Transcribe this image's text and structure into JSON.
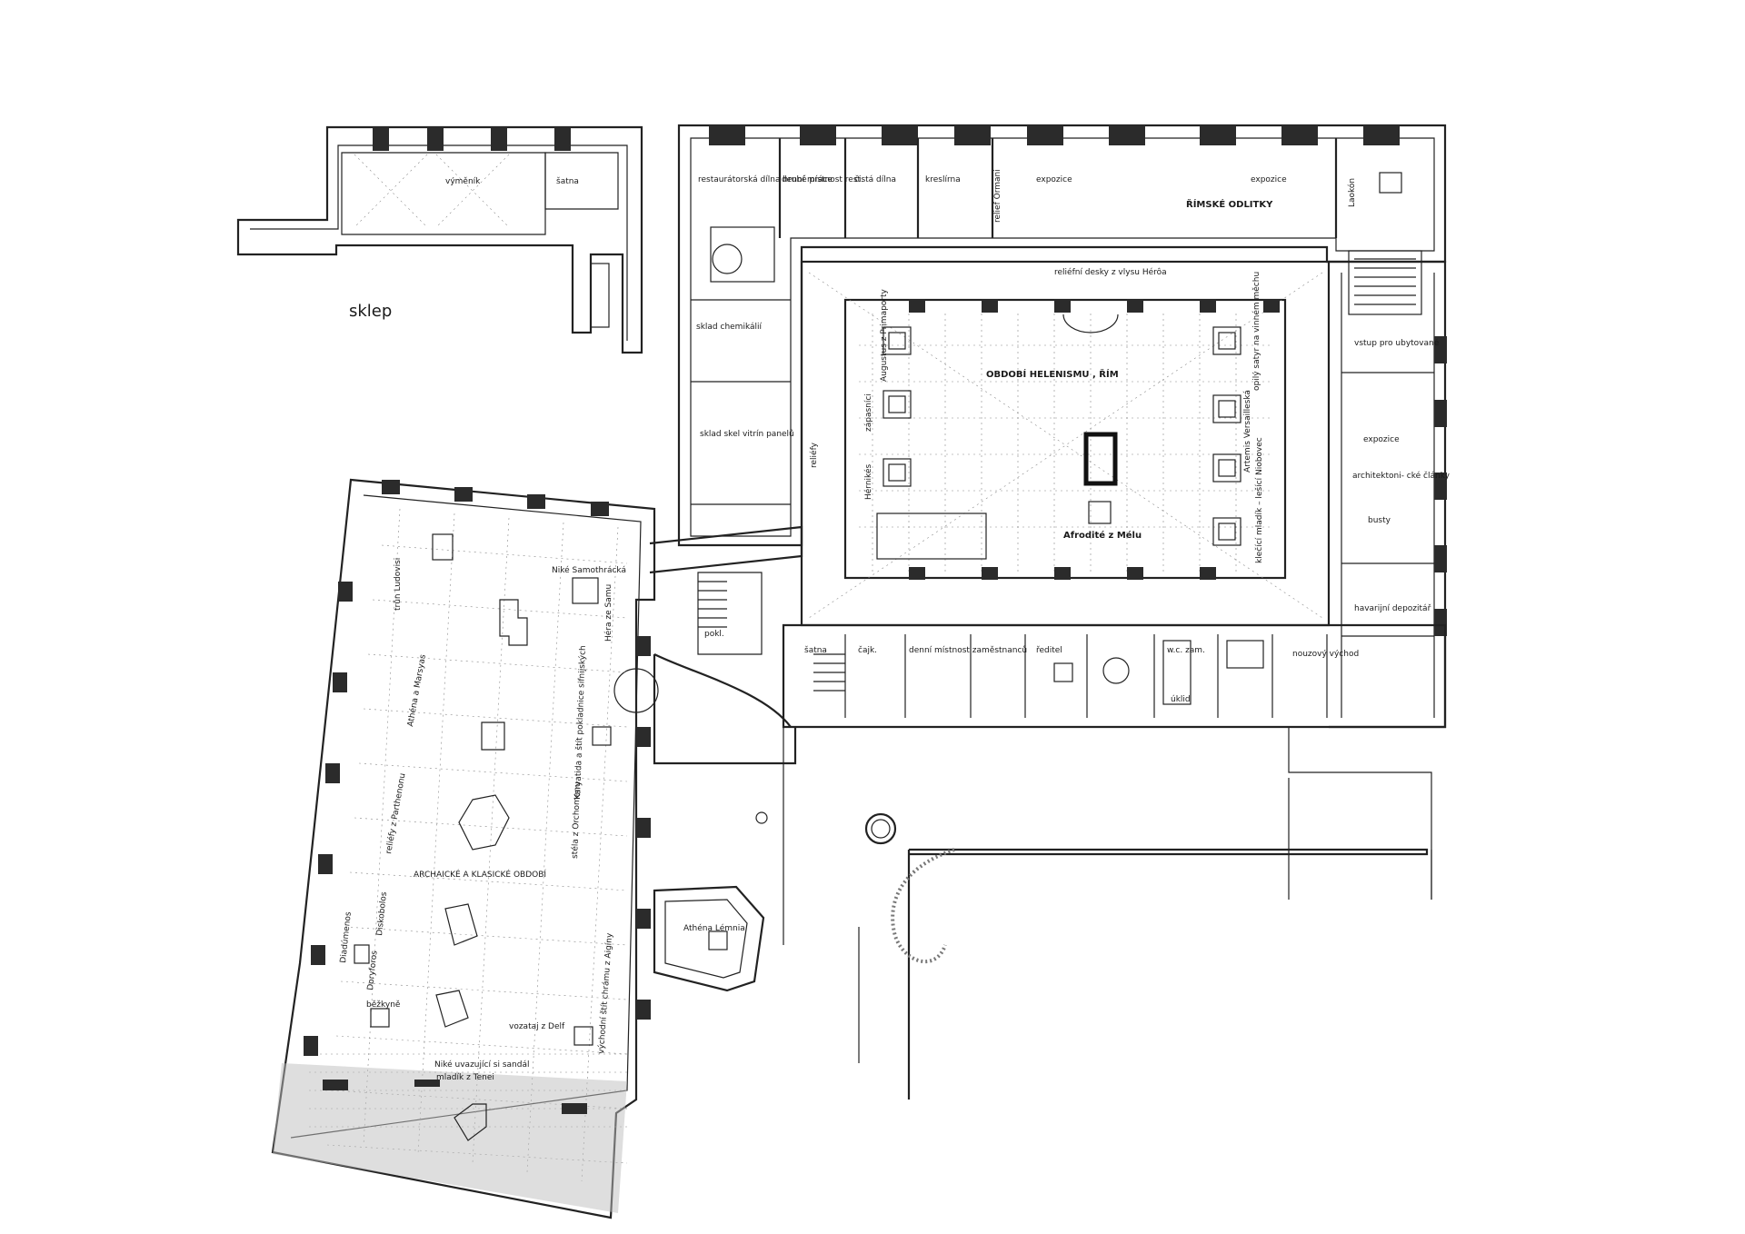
{
  "basement": {
    "title": "sklep",
    "rooms": {
      "exchanger": "výměník",
      "cloakroom": "šatna"
    }
  },
  "north_wing": {
    "restoration": "restaurátorská dílna hrubé práce",
    "daily_room": "denní místnost rest.",
    "clean_workshop": "čistá dílna",
    "drawing_room": "kreslírna",
    "orman_relief": "relief Ormani",
    "exhibition_1": "expozice",
    "exhibition_2": "expozice",
    "roman_casts": "ŘÍMSKÉ ODLITKY",
    "laocoon": "Laokón",
    "chemical_store": "sklad chemikálií",
    "showcase_store": "sklad skel vitrín panelů",
    "reliefs_heroa": "reliéfní desky z vlysu Hérôa"
  },
  "court": {
    "title": "OBDOBÍ HELENISMU , ŘÍM",
    "augustus": "Augustus z Primaporty",
    "fighter": "zápasníci",
    "boxer": "Hérnikés",
    "satyr": "opilý satyr na vinném měchu",
    "artemis": "Artemis Versailleská",
    "boy": "klečící mladík – lešící Niobovec",
    "aphrodite": "Afrodité z Mélu",
    "reliefs": "reliéfy"
  },
  "east_wing": {
    "entrance": "vstup pro ubytované",
    "exhibition": "expozice",
    "arch": "architektoni- cké články",
    "busts": "busty",
    "depot": "havarijní depozitář",
    "emergency": "nouzový východ"
  },
  "south_wing": {
    "cloakroom": "šatna",
    "kitchen": "čajk.",
    "staff_room": "denní místnost zaměstnanců",
    "director": "ředitel",
    "wc": "w.c. zam.",
    "cleaning": "úklid",
    "stairs": "pokl."
  },
  "west_hall": {
    "nike": "Niké Samothrácká",
    "throne": "trůn Ludovisi",
    "hera": "Héra ze Samu",
    "athena_marsyas": "Athéna a Marsyas",
    "parthenon": "reliéfy z Parthenonu",
    "karyatid": "Karyatida a štít pokladnice sifnijských",
    "stela": "stéla z Orchomenu",
    "title": "ARCHAICKÉ A KLASICKÉ OBDOBÍ",
    "diskobolos": "Diskobolos",
    "diadumenos": "Diadúmenos",
    "doryforos": "Doryforos",
    "runner": "běžkyně",
    "aegina": "východní štít chrámu z Aigíny",
    "delphi": "vozataj z Delf",
    "nike_sandal": "Niké uvazující si sandál",
    "kouros": "mladík z Tenei",
    "athena_lemnia": "Athéna Lémnia"
  }
}
